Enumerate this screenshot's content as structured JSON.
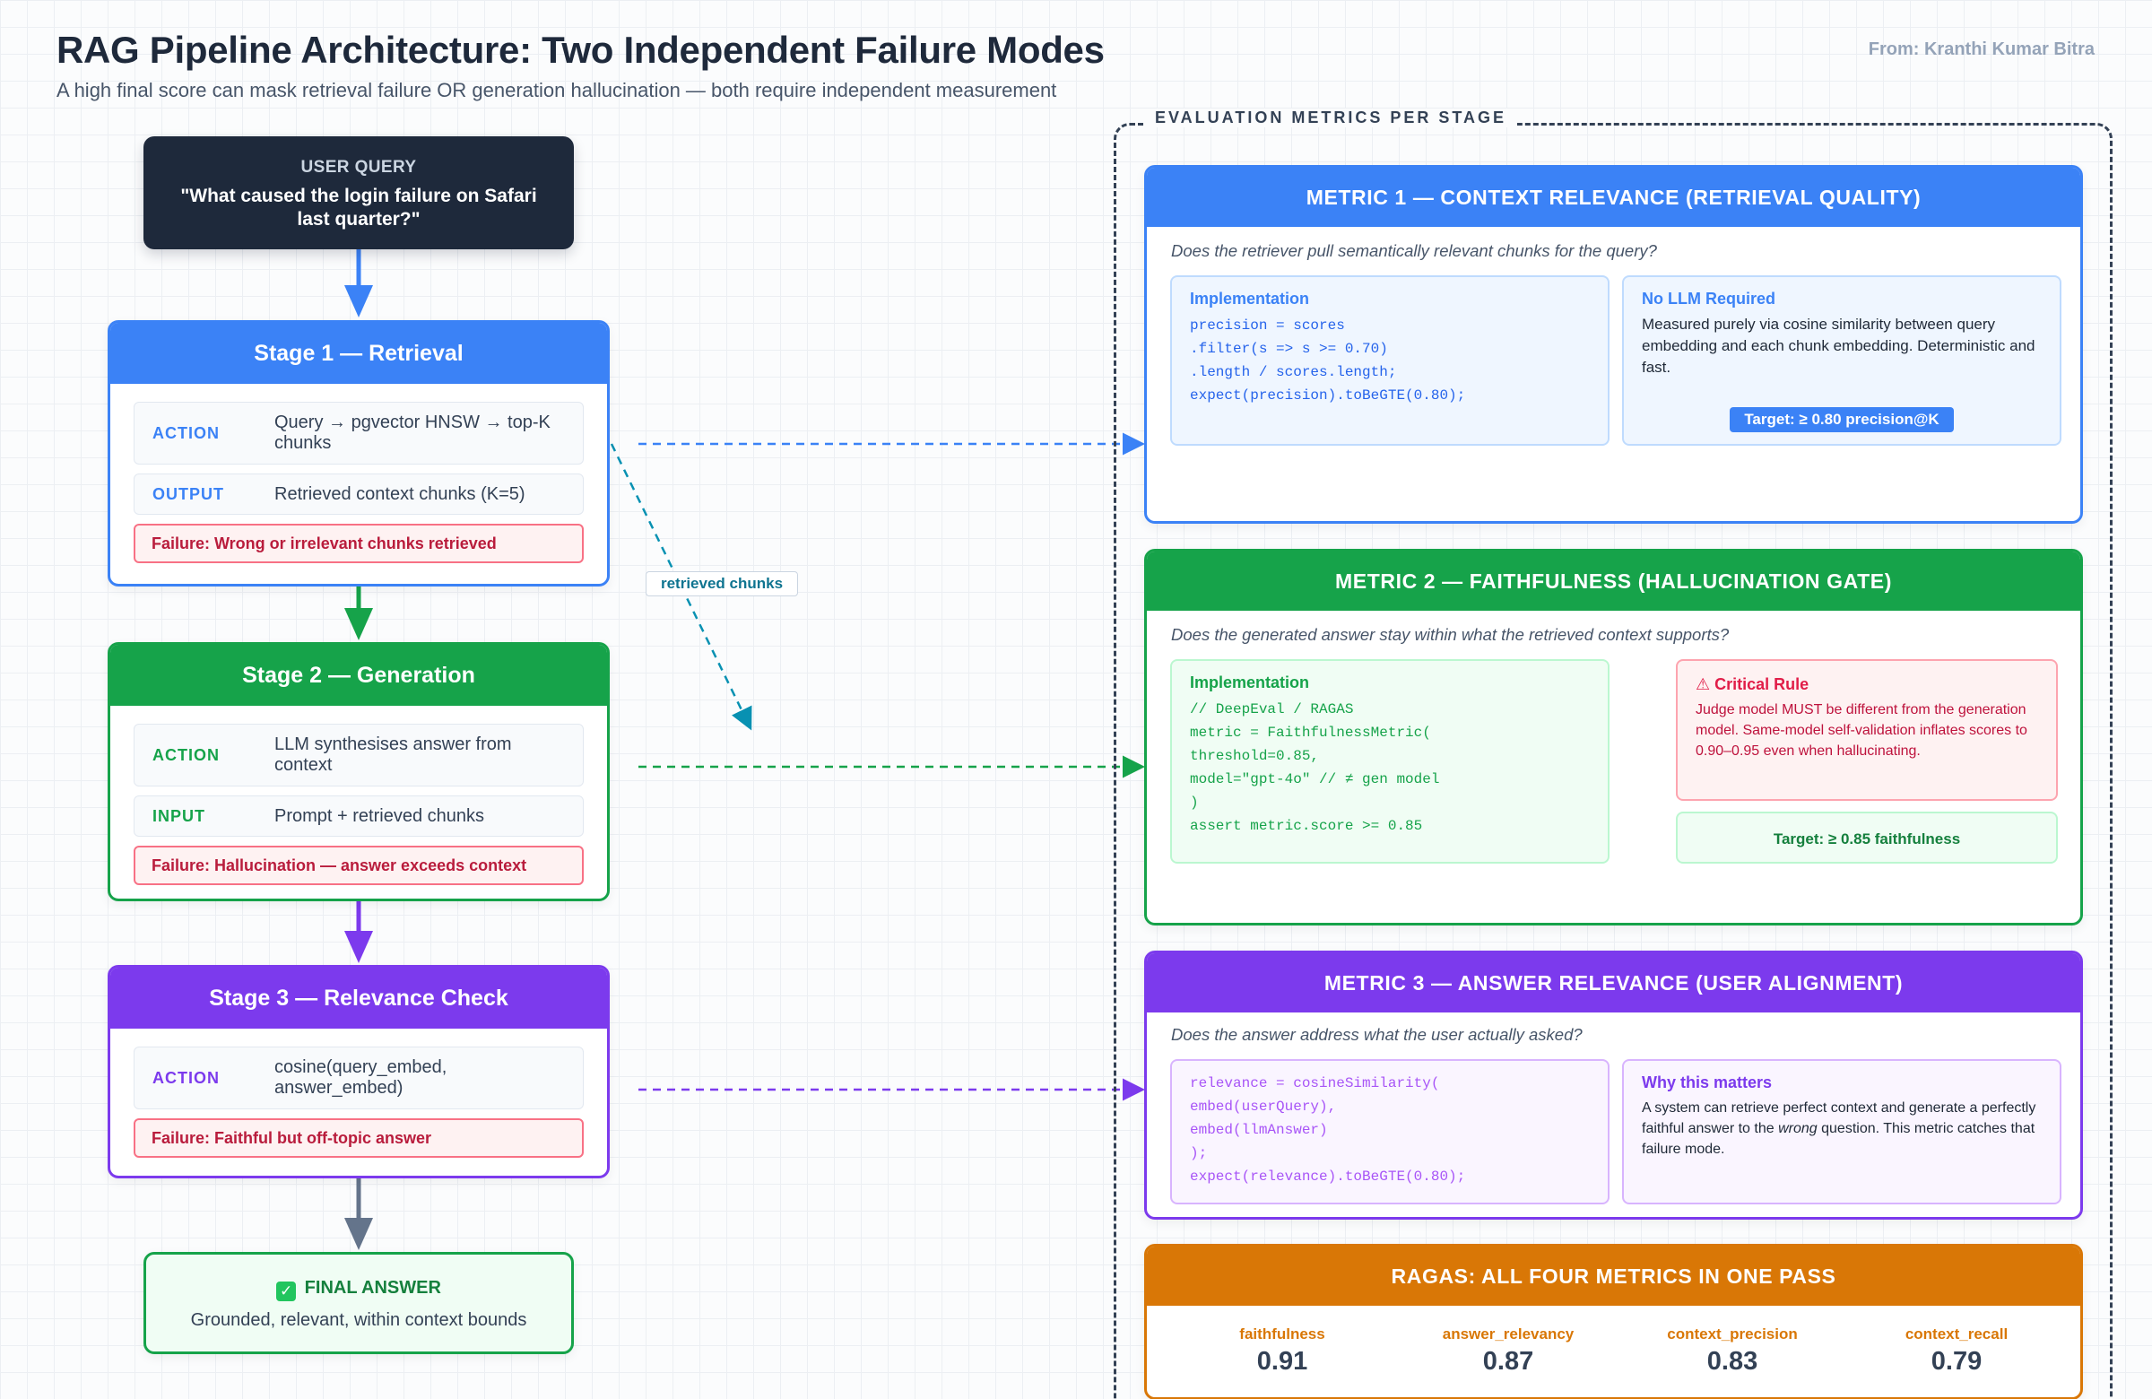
{
  "header": {
    "title": "RAG Pipeline Architecture: Two Independent Failure Modes",
    "subtitle": "A high final score can mask retrieval failure OR generation hallucination — both require independent measurement",
    "attribution": "From: Kranthi Kumar Bitra"
  },
  "user_query": {
    "label": "USER QUERY",
    "text": "\"What caused the login failure on Safari last quarter?\""
  },
  "stages": [
    {
      "title": "Stage 1 — Retrieval",
      "rows": [
        {
          "key": "ACTION",
          "value": "Query → pgvector HNSW → top-K chunks"
        },
        {
          "key": "OUTPUT",
          "value": "Retrieved context chunks (K=5)"
        }
      ],
      "failure": "Failure: Wrong or irrelevant chunks retrieved"
    },
    {
      "title": "Stage 2 — Generation",
      "rows": [
        {
          "key": "ACTION",
          "value": "LLM synthesises answer from context"
        },
        {
          "key": "INPUT",
          "value": "Prompt + retrieved chunks"
        }
      ],
      "failure": "Failure: Hallucination — answer exceeds context"
    },
    {
      "title": "Stage 3 — Relevance Check",
      "rows": [
        {
          "key": "ACTION",
          "value": "cosine(query_embed, answer_embed)"
        }
      ],
      "failure": "Failure: Faithful but off-topic answer"
    }
  ],
  "final_answer": {
    "check": "✓",
    "label": "FINAL ANSWER",
    "text": "Grounded, relevant, within context bounds"
  },
  "connector_label": "retrieved chunks",
  "eval_panel": {
    "title": "EVALUATION METRICS PER STAGE",
    "metric1": {
      "title": "METRIC 1 — CONTEXT RELEVANCE (RETRIEVAL QUALITY)",
      "question": "Does the retriever pull semantically relevant chunks for the query?",
      "impl_title": "Implementation",
      "code": [
        "precision = scores",
        ".filter(s => s >= 0.70)",
        ".length / scores.length;",
        "expect(precision).toBeGTE(0.80);"
      ],
      "info_title": "No LLM Required",
      "info_text": "Measured purely via cosine similarity between query embedding and each chunk embedding. Deterministic and fast.",
      "target": "Target: ≥ 0.80 precision@K"
    },
    "metric2": {
      "title": "METRIC 2 — FAITHFULNESS (HALLUCINATION GATE)",
      "question": "Does the generated answer stay within what the retrieved context supports?",
      "impl_title": "Implementation",
      "code": [
        "// DeepEval / RAGAS",
        "metric = FaithfulnessMetric(",
        "threshold=0.85,",
        "model=\"gpt-4o\" // ≠ gen model",
        ")",
        "assert metric.score >= 0.85"
      ],
      "rule_title": "⚠ Critical Rule",
      "rule_text": "Judge model MUST be different from the generation model. Same-model self-validation inflates scores to 0.90–0.95 even when hallucinating.",
      "target": "Target: ≥ 0.85 faithfulness"
    },
    "metric3": {
      "title": "METRIC 3 — ANSWER RELEVANCE (USER ALIGNMENT)",
      "question": "Does the answer address what the user actually asked?",
      "code": [
        "relevance = cosineSimilarity(",
        "embed(userQuery),",
        "embed(llmAnswer)",
        ");",
        "expect(relevance).toBeGTE(0.80);"
      ],
      "info_title": "Why this matters",
      "info_text_before": "A system can retrieve perfect context and generate a perfectly faithful answer to the ",
      "info_text_em": "wrong",
      "info_text_after": " question. This metric catches that failure mode."
    },
    "ragas": {
      "title": "RAGAS: ALL FOUR METRICS IN ONE PASS",
      "metrics": [
        {
          "name": "faithfulness",
          "value": "0.91"
        },
        {
          "name": "answer_relevancy",
          "value": "0.87"
        },
        {
          "name": "context_precision",
          "value": "0.83"
        },
        {
          "name": "context_recall",
          "value": "0.79"
        }
      ]
    }
  },
  "colors": {
    "retrieval": "#3b82f6",
    "generation": "#16a34a",
    "relevance": "#7c3aed",
    "ragas": "#d97706",
    "failure": "#b91c3c",
    "connector_teal": "#0891b2",
    "final_arrow": "#64748b"
  }
}
